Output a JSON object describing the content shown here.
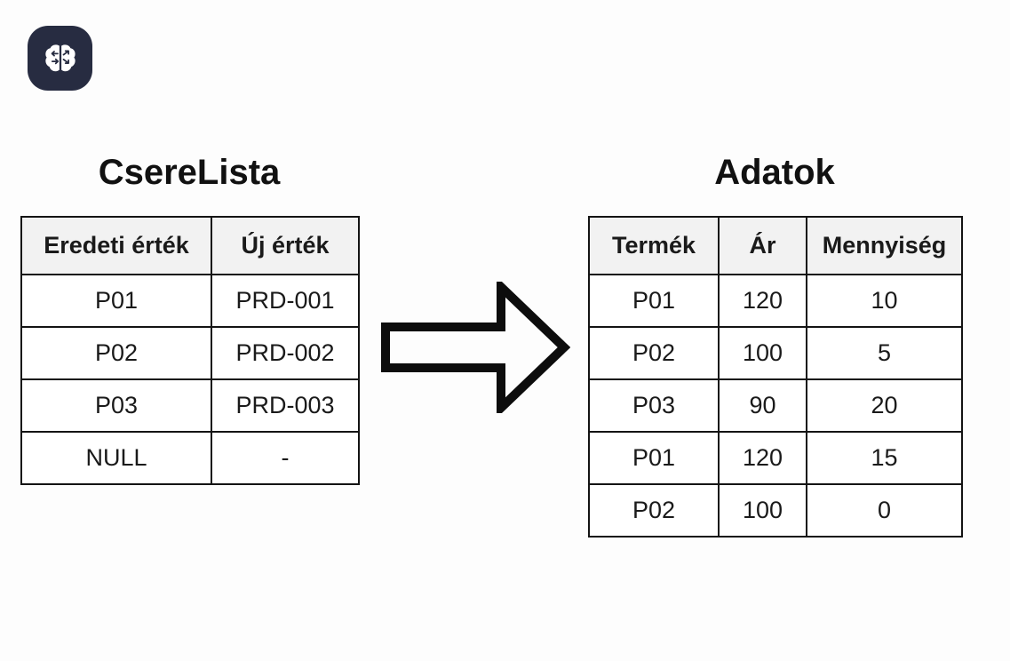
{
  "logo": {
    "icon": "brain-icon"
  },
  "diagram": {
    "left_table": {
      "title": "CsereLista",
      "headers": [
        "Eredeti érték",
        "Új érték"
      ],
      "rows": [
        [
          "P01",
          "PRD-001"
        ],
        [
          "P02",
          "PRD-002"
        ],
        [
          "P03",
          "PRD-003"
        ],
        [
          "NULL",
          "-"
        ]
      ]
    },
    "arrow": {
      "direction": "right"
    },
    "right_table": {
      "title": "Adatok",
      "headers": [
        "Termék",
        "Ár",
        "Mennyiség"
      ],
      "rows": [
        [
          "P01",
          "120",
          "10"
        ],
        [
          "P02",
          "100",
          "5"
        ],
        [
          "P03",
          "90",
          "20"
        ],
        [
          "P01",
          "120",
          "15"
        ],
        [
          "P02",
          "100",
          "0"
        ]
      ]
    }
  },
  "colors": {
    "background": "#fdfdfd",
    "table_border": "#141414",
    "header_bg": "#f2f2f2",
    "cell_bg": "#ffffff",
    "text": "#1a1a1a",
    "logo_bg": "#272c41",
    "logo_icon": "#ffffff",
    "arrow_stroke": "#0d0d0d",
    "arrow_fill": "#fdfdfd"
  }
}
